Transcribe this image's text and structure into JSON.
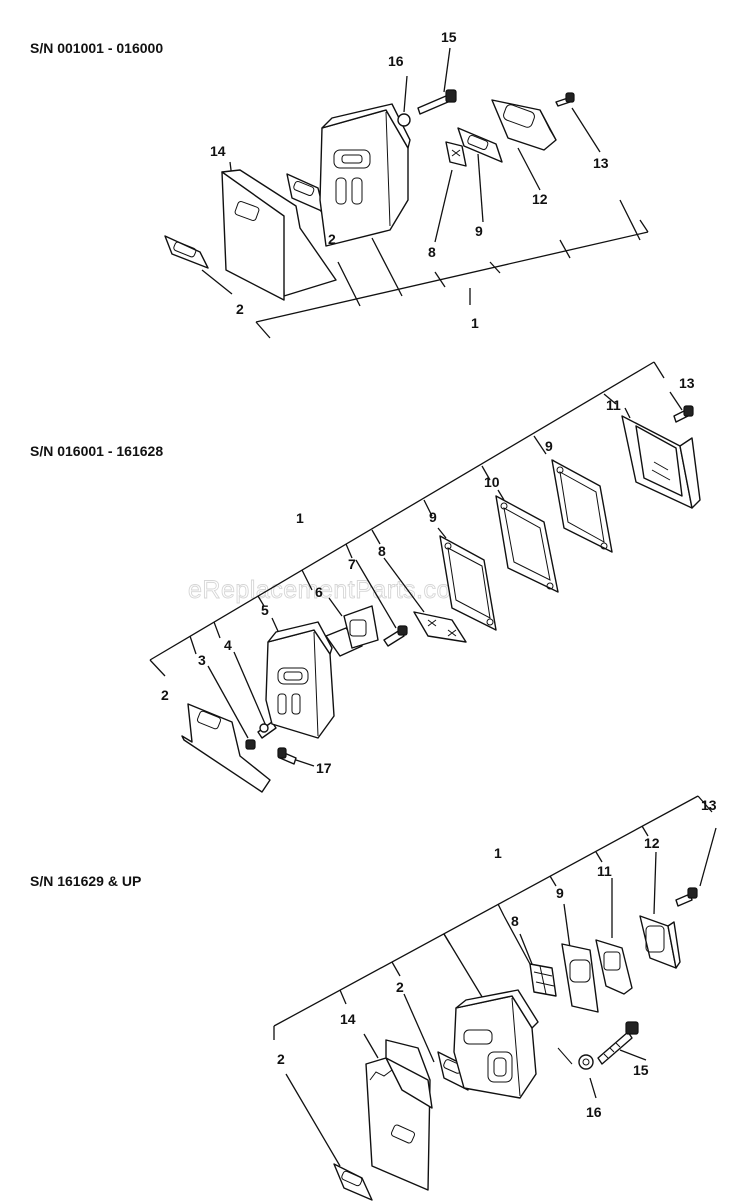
{
  "watermark": "eReplacementParts.com",
  "sections": [
    {
      "serial": "S/N 001001 - 016000",
      "callouts": [
        "16",
        "15",
        "14",
        "13",
        "12",
        "2",
        "9",
        "8",
        "2",
        "1"
      ]
    },
    {
      "serial": "S/N 016001 - 161628",
      "callouts": [
        "13",
        "11",
        "9",
        "10",
        "1",
        "9",
        "8",
        "7",
        "6",
        "5",
        "4",
        "3",
        "2",
        "17"
      ]
    },
    {
      "serial": "S/N 161629 & UP",
      "callouts": [
        "13",
        "12",
        "1",
        "11",
        "9",
        "8",
        "2",
        "14",
        "2",
        "15",
        "16"
      ]
    }
  ]
}
